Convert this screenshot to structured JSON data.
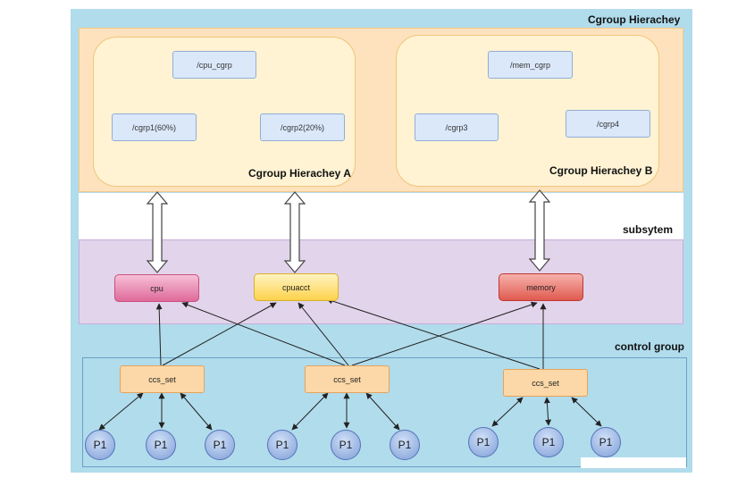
{
  "hierarchy": {
    "title": "Cgroup Hierachey",
    "a_label": "Cgroup Hierachey A",
    "b_label": "Cgroup Hierachey B",
    "a_groups": [
      "/cpu_cgrp",
      "/cgrp1(60%)",
      "/cgrp2(20%)"
    ],
    "b_groups": [
      "/mem_cgrp",
      "/cgrp3",
      "/cgrp4"
    ]
  },
  "subsystem": {
    "title": "subsytem",
    "items": [
      "cpu",
      "cpuacct",
      "memory"
    ]
  },
  "control_group": {
    "title": "control group",
    "sets": [
      "ccs_set",
      "ccs_set",
      "ccs_set"
    ],
    "processes": [
      "P1",
      "P1",
      "P1",
      "P1",
      "P1",
      "P1",
      "P1",
      "P1",
      "P1"
    ]
  },
  "colors": {
    "background": "#b1dcec",
    "hierarchy": "#fde2bd",
    "subsystem": "#e2d4eb",
    "cpu": "#df6a9a",
    "cpuacct": "#fdd24c",
    "memory": "#e05a50",
    "ccs_set": "#fcd8a8",
    "process": "#7f9ed8"
  }
}
